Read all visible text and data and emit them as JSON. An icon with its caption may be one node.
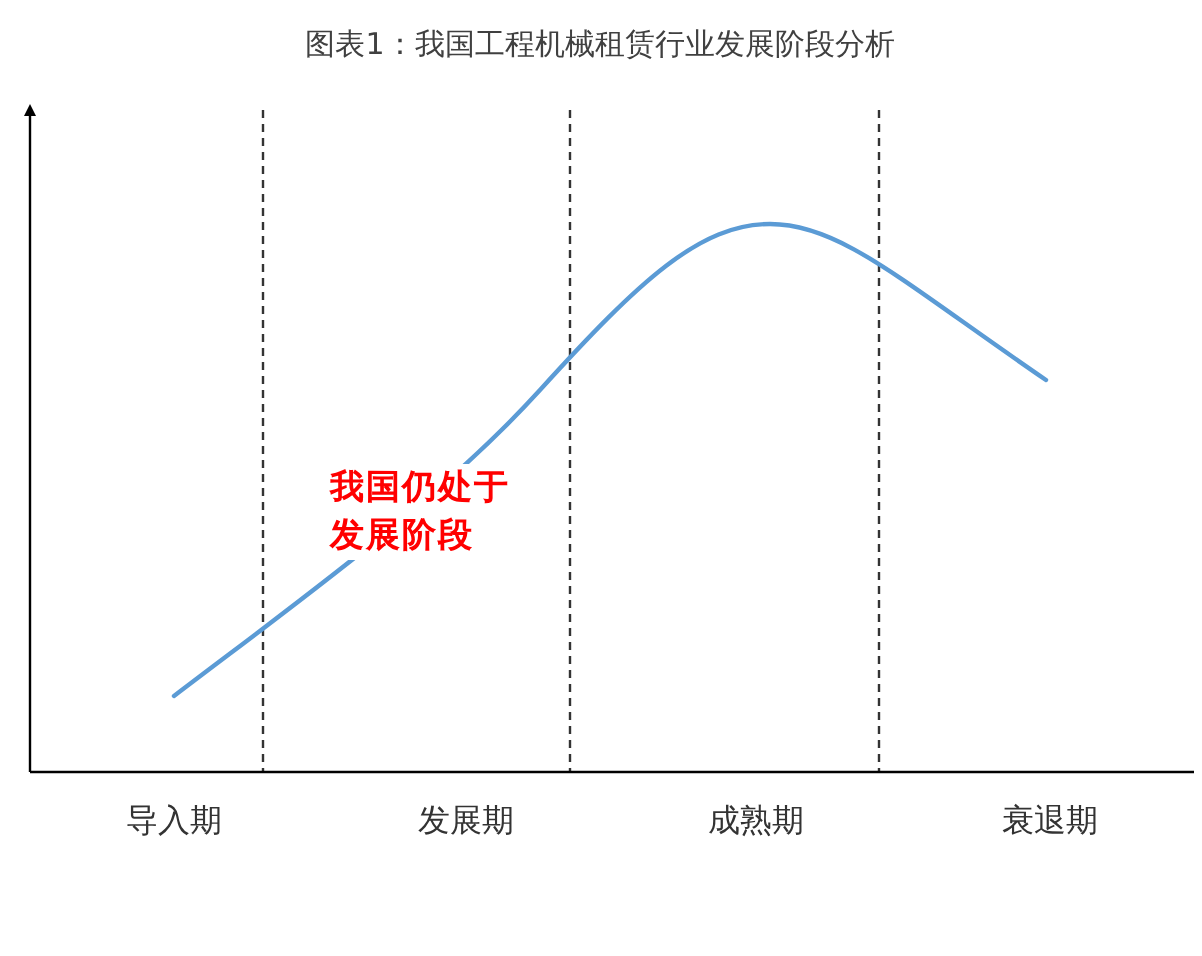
{
  "diagram": {
    "title": "图表1：我国工程机械租赁行业发展阶段分析",
    "labels": [
      "我国仍处于发展阶段",
      "导入期",
      "发展期",
      "成熟期",
      "衰退期"
    ]
  }
}
